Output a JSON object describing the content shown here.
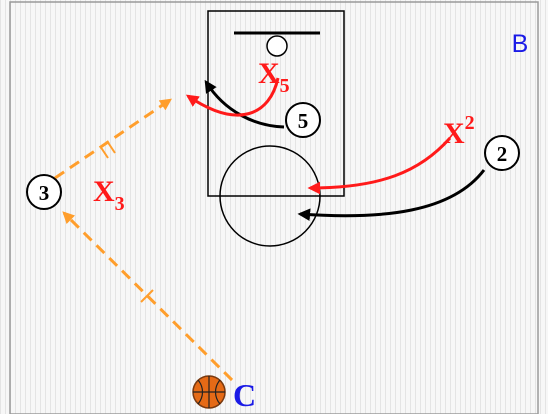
{
  "diagram": {
    "court_label": "B",
    "ball_label": "C",
    "players": [
      {
        "label": "3"
      },
      {
        "label": "5"
      },
      {
        "label": "2"
      }
    ],
    "defenders": [
      {
        "letter": "X",
        "sub": "3",
        "sup": ""
      },
      {
        "letter": "X",
        "sub": "5",
        "sup": ""
      },
      {
        "letter": "X",
        "sub": "",
        "sup": "2"
      }
    ],
    "colors": {
      "court_fill": "#f7f7f7",
      "court_lines": "#e4e4e4",
      "court_border": "#9a9a9a",
      "paint_outline": "#000000",
      "offense_move": "#000000",
      "defense_move": "#ff1a1a",
      "pass": "#ff9e2c",
      "label_text": "#1a1ae6",
      "ball": "#e56a16"
    }
  }
}
